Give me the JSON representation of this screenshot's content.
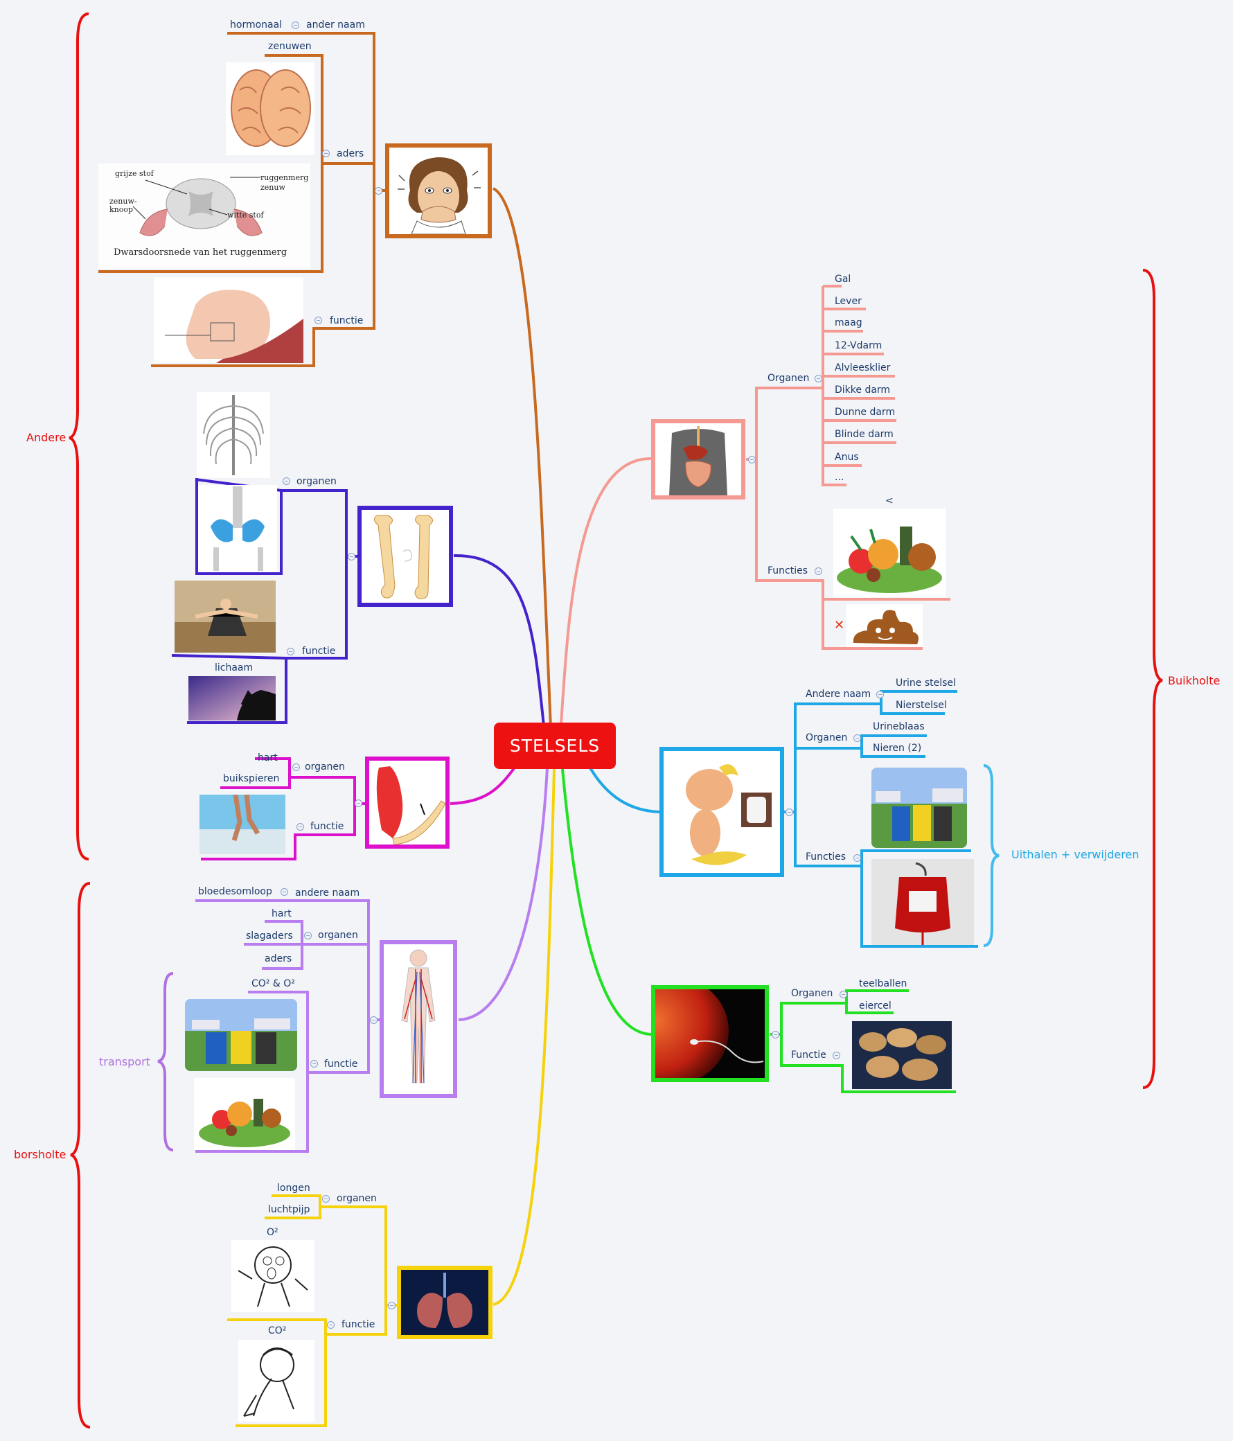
{
  "center": {
    "title": "STELSELS"
  },
  "colors": {
    "zenuw": "#c8691f",
    "bot": "#4422cc",
    "spier": "#dd11cc",
    "bloed": "#b87ef0",
    "adem": "#f5d20a",
    "spijs": "#f59a92",
    "uitscheiding": "#1ea7e6",
    "voortplanting": "#22e022",
    "group_red": "#e81010",
    "group_blue": "#44bbee",
    "group_purple": "#b070e0"
  },
  "groups": {
    "andere": "Andere",
    "borsholte": "borsholte",
    "buikholte": "Buikholte",
    "uithalen": "Uithalen + verwijderen",
    "transport": "transport"
  },
  "zenuwstelsel": {
    "icon": "frightened-woman-icon",
    "hormonaal": "hormonaal",
    "ander_naam": "ander naam",
    "zenuwen": "zenuwen",
    "aders": "aders",
    "functie": "functie",
    "spine_texts": {
      "grijze": "grijze stof",
      "rugg1": "ruggenmerg",
      "rugg2": "zenuw",
      "knoop1": "zenuw-",
      "knoop2": "knoop",
      "witte": "witte stof",
      "title": "Dwarsdoorsnede van het ruggenmerg"
    }
  },
  "skelet": {
    "organen": "organen",
    "functie": "functie",
    "lichaam": "lichaam"
  },
  "spieren": {
    "hart": "hart",
    "organen": "organen",
    "buikspieren": "buikspieren",
    "functie": "functie"
  },
  "bloedsomloop": {
    "bloedsomloop": "bloedesomloop",
    "andere_naam": "andere naam",
    "hart": "hart",
    "slagaders": "slagaders",
    "organen": "organen",
    "aders": "aders",
    "co2": "CO² & O²",
    "functie": "functie"
  },
  "ademhaling": {
    "longen": "longen",
    "organen": "organen",
    "luchtpijp": "luchtpijp",
    "o2": "O²",
    "functie": "functie",
    "co2": "CO²"
  },
  "spijsvertering": {
    "organen": "Organen",
    "items": [
      "Gal",
      "Lever",
      "maag",
      "12-Vdarm",
      "Alvleesklier",
      "Dikke darm",
      "Dunne darm",
      "Blinde darm",
      "Anus",
      "..."
    ],
    "lt": "<",
    "functies": "Functies"
  },
  "uitscheiding": {
    "andere_naam": "Andere naam",
    "urine": "Urine stelsel",
    "nier": "Nierstelsel",
    "organen": "Organen",
    "urineblaas": "Urineblaas",
    "nieren": "Nieren (2)",
    "functies": "Functies"
  },
  "voortplanting": {
    "organen": "Organen",
    "teelballen": "teelballen",
    "eiercel": "eiercel",
    "functie": "Functie"
  }
}
